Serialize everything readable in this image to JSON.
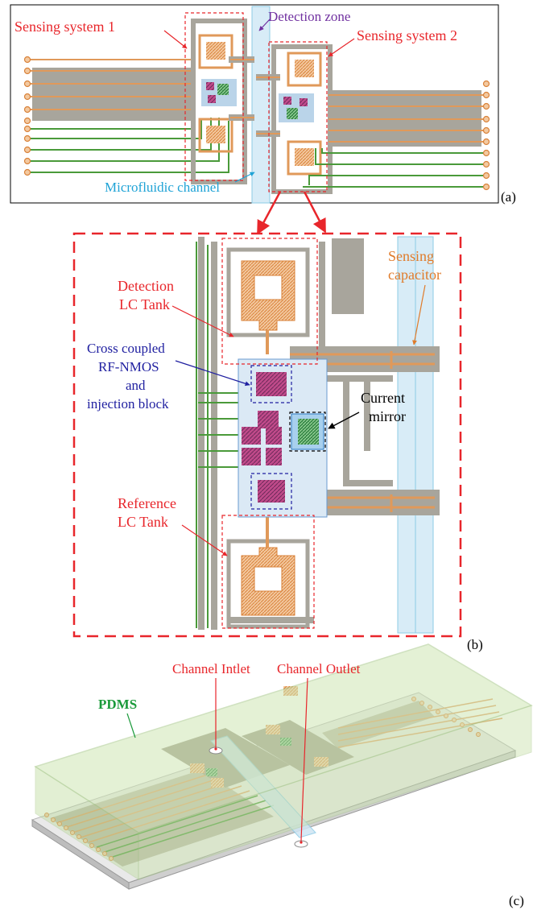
{
  "panel_a": {
    "sensing_system_1": "Sensing system 1",
    "detection_zone": "Detection zone",
    "sensing_system_2": "Sensing system 2",
    "microfluidic_channel": "Microfluidic channel",
    "caption": "(a)"
  },
  "panel_b": {
    "detection_lc_tank_line1": "Detection",
    "detection_lc_tank_line2": "LC Tank",
    "cross_coupled_line1": "Cross coupled",
    "cross_coupled_line2": "RF-NMOS",
    "cross_coupled_line3": "and",
    "cross_coupled_line4": "injection block",
    "reference_lc_tank_line1": "Reference",
    "reference_lc_tank_line2": "LC Tank",
    "sensing_capacitor_line1": "Sensing",
    "sensing_capacitor_line2": "capacitor",
    "current_mirror_line1": "Current",
    "current_mirror_line2": "mirror",
    "caption": "(b)"
  },
  "panel_c": {
    "pdms": "PDMS",
    "channel_inlet": "Channel Intlet",
    "channel_outlet": "Channel Outlet",
    "caption": "(c)"
  },
  "colors": {
    "red_label": "#e8262b",
    "purple_label": "#7030a0",
    "cyan_label": "#1fa3d6",
    "blue_label": "#1f1fa0",
    "orange_label": "#e07b2a",
    "green_label": "#1a9a3a",
    "metal_gray": "#a8a59c",
    "copper": "#e0995a",
    "pdms_green": "#cfe6b4"
  }
}
